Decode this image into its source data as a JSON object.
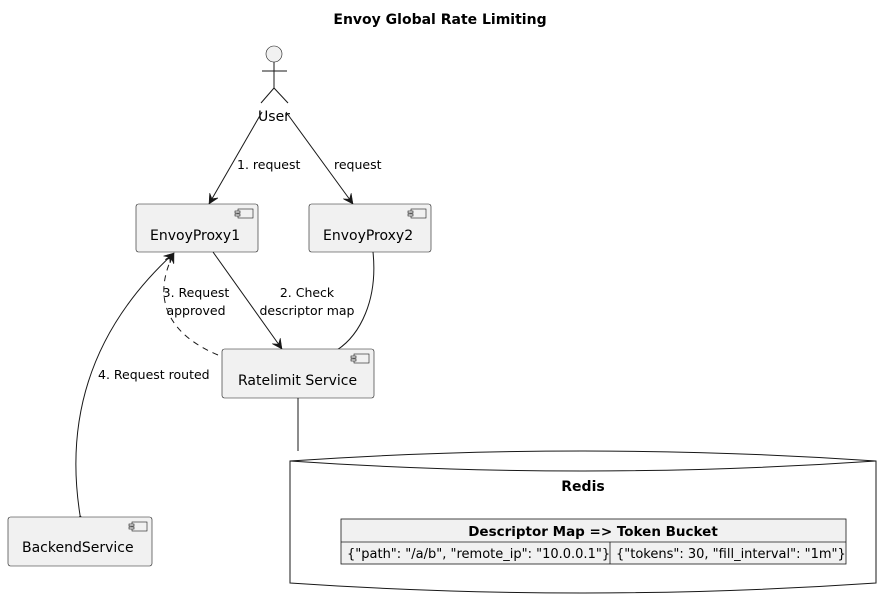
{
  "title": "Envoy Global Rate Limiting",
  "actor": {
    "label": "User"
  },
  "components": {
    "proxy1": "EnvoyProxy1",
    "proxy2": "EnvoyProxy2",
    "ratelimit": "Ratelimit Service",
    "backend": "BackendService"
  },
  "database": {
    "label": "Redis",
    "table": {
      "header": "Descriptor Map => Token Bucket",
      "cells": [
        "{\"path\": \"/a/b\", \"remote_ip\": \"10.0.0.1\"}",
        "{\"tokens\": 30, \"fill_interval\": \"1m\"}"
      ]
    }
  },
  "edges": {
    "user_to_proxy1": "1. request",
    "user_to_proxy2": "request",
    "check_line1": "2. Check",
    "check_line2": "descriptor map",
    "approved_line1": "3. Request",
    "approved_line2": "approved",
    "routed": "4. Request routed"
  }
}
